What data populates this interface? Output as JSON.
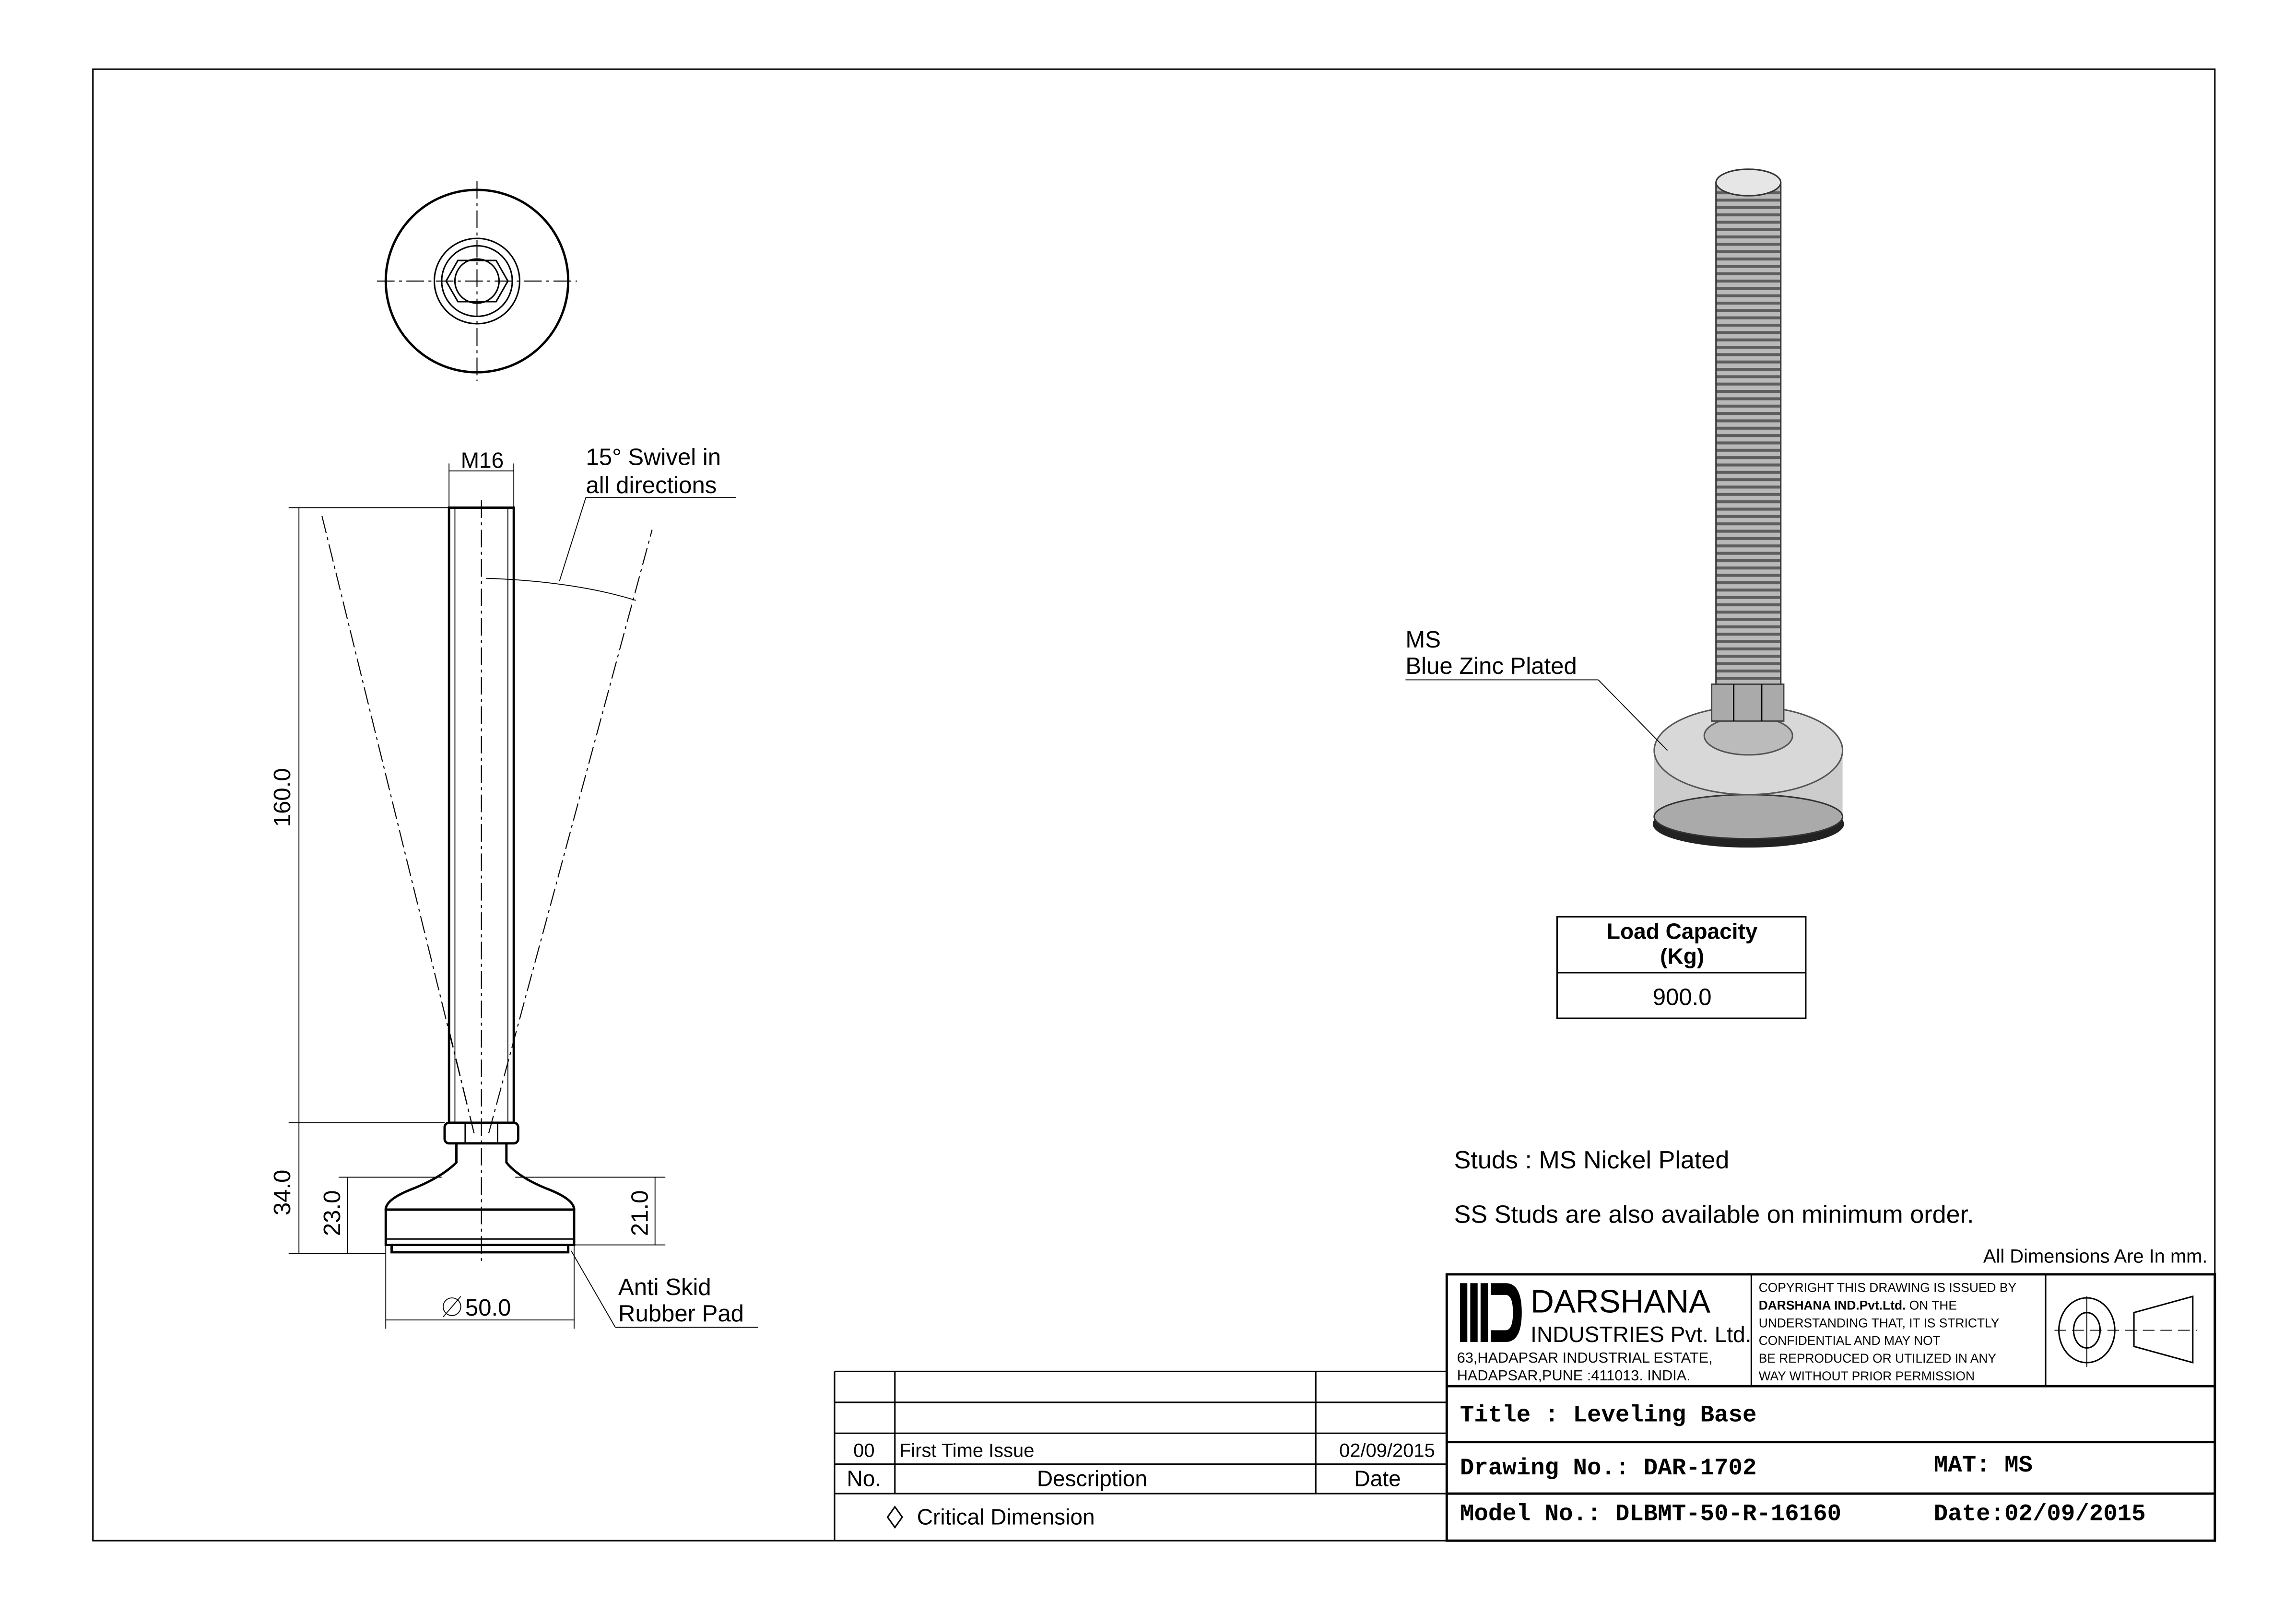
{
  "top_view": {},
  "side_view": {
    "thread_label": "M16",
    "swivel_line1": "15° Swivel in",
    "swivel_line2": "all directions",
    "dim_height": "160.0",
    "dim_base_total": "34.0",
    "dim_base_23": "23.0",
    "dim_base_21": "21.0",
    "dim_diameter": "50.0",
    "pad_line1": "Anti Skid",
    "pad_line2": "Rubber Pad"
  },
  "iso_view": {
    "material_line1": "MS",
    "material_line2": "Blue Zinc Plated"
  },
  "load_table": {
    "header_line1": "Load Capacity",
    "header_line2": "(Kg)",
    "value": "900.0"
  },
  "notes": {
    "studs": "Studs : MS Nickel Plated",
    "ss_studs": "SS Studs are also available on minimum order.",
    "units": "All Dimensions Are In mm."
  },
  "company": {
    "name": "DARSHANA",
    "sub": "INDUSTRIES Pvt. Ltd.",
    "address1": "63,HADAPSAR INDUSTRIAL ESTATE,",
    "address2": "HADAPSAR,PUNE :411013. INDIA.",
    "copyright1": "COPYRIGHT THIS DRAWING IS ISSUED BY",
    "copyright2_bold": "DARSHANA IND.Pvt.Ltd.",
    "copyright2_rest": " ON THE",
    "copyright3": "UNDERSTANDING THAT, IT IS STRICTLY",
    "copyright4": "CONFIDENTIAL AND MAY NOT",
    "copyright5": "BE REPRODUCED OR UTILIZED IN ANY",
    "copyright6": "WAY WITHOUT PRIOR PERMISSION"
  },
  "title_block": {
    "title": "Title : Leveling Base",
    "drawing_no": "Drawing No.: DAR-1702",
    "mat": "MAT: MS",
    "model_no": "Model No.: DLBMT-50-R-16160",
    "date": "Date:02/09/2015"
  },
  "revisions": {
    "rows": [
      {
        "no": "00",
        "description": "First Time Issue",
        "date": "02/09/2015"
      }
    ],
    "header_no": "No.",
    "header_description": "Description",
    "header_date": "Date",
    "critical": "Critical Dimension"
  }
}
